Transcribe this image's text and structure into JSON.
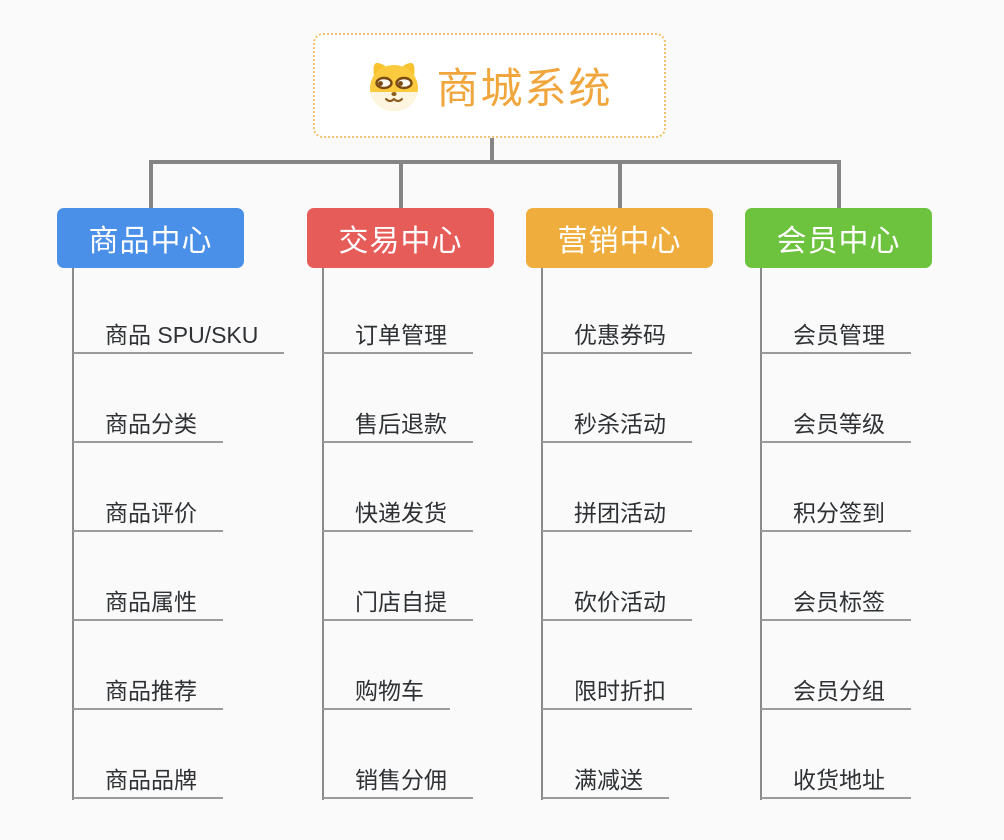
{
  "root": {
    "title": "商城系统",
    "icon": "dog-face-icon",
    "text_color": "#f0a63c",
    "border_color": "#f2c06a",
    "background": "#ffffff"
  },
  "branches": [
    {
      "label": "商品中心",
      "color": "#4a8fe8",
      "children": [
        "商品 SPU/SKU",
        "商品分类",
        "商品评价",
        "商品属性",
        "商品推荐",
        "商品品牌"
      ]
    },
    {
      "label": "交易中心",
      "color": "#e65c59",
      "children": [
        "订单管理",
        "售后退款",
        "快递发货",
        "门店自提",
        "购物车",
        "销售分佣"
      ]
    },
    {
      "label": "营销中心",
      "color": "#efad3e",
      "children": [
        "优惠券码",
        "秒杀活动",
        "拼团活动",
        "砍价活动",
        "限时折扣",
        "满减送"
      ]
    },
    {
      "label": "会员中心",
      "color": "#6dc23e",
      "children": [
        "会员管理",
        "会员等级",
        "积分签到",
        "会员标签",
        "会员分组",
        "收货地址"
      ]
    }
  ],
  "connector_color": "#858585",
  "underline_color": "#9b9b9b",
  "child_text_color": "#2f3235",
  "background_color": "#fafafa"
}
